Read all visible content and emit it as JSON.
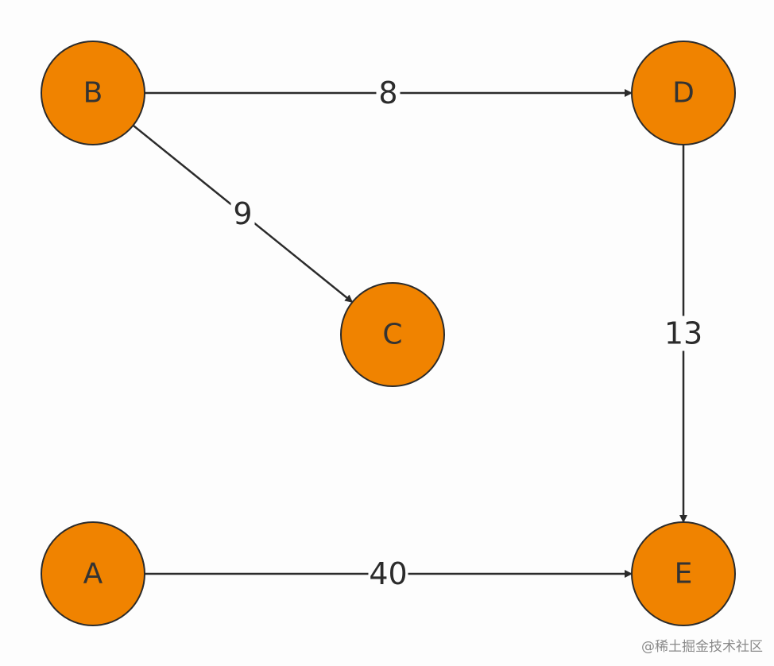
{
  "nodes": [
    {
      "id": "B",
      "label": "B"
    },
    {
      "id": "D",
      "label": "D"
    },
    {
      "id": "C",
      "label": "C"
    },
    {
      "id": "A",
      "label": "A"
    },
    {
      "id": "E",
      "label": "E"
    }
  ],
  "edges": [
    {
      "from": "B",
      "to": "D",
      "label": "8"
    },
    {
      "from": "B",
      "to": "C",
      "label": "9"
    },
    {
      "from": "D",
      "to": "E",
      "label": "13"
    },
    {
      "from": "A",
      "to": "E",
      "label": "40"
    }
  ],
  "colors": {
    "node_fill": "#f08300",
    "node_stroke": "#2b2b2b",
    "edge": "#2b2b2b"
  },
  "watermark": "@稀土掘金技术社区"
}
